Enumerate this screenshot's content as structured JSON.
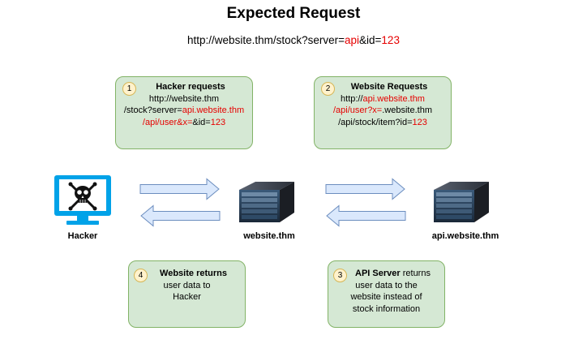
{
  "title": "Expected Request",
  "url": {
    "prefix": "http://website.thm/stock?server=",
    "highlight1": "api",
    "middle": "&id=",
    "highlight2": "123"
  },
  "box1": {
    "number": "1",
    "heading": "Hacker requests",
    "line1": "http://website.thm",
    "line2_prefix": "/stock?server=",
    "line2_red": "api.website.thm",
    "line3_red": "/api/user&x=",
    "line3_mid": "&id=",
    "line3_red2": "123"
  },
  "box2": {
    "number": "2",
    "heading": "Website Requests",
    "line1_prefix": "http://",
    "line1_red": "api.website.thm",
    "line2_red": "/api/user?x=",
    "line2_suffix": ".website.thm",
    "line3_prefix": "/api/stock/item?id=",
    "line3_red": "123"
  },
  "box3": {
    "number": "3",
    "heading": "API Server",
    "heading_suffix": " returns",
    "line1": "user data to the",
    "line2": "website instead of",
    "line3": "stock information"
  },
  "box4": {
    "number": "4",
    "heading": "Website returns",
    "line1": "user data to",
    "line2": "Hacker"
  },
  "nodes": {
    "hacker": "Hacker",
    "website": "website.thm",
    "api": "api.website.thm"
  },
  "colors": {
    "box_fill": "#d5e8d4",
    "box_border": "#82b366",
    "arrow_fill": "#dae8fc",
    "arrow_border": "#6c8ebf",
    "highlight": "#e60000",
    "monitor": "#00a2e8"
  },
  "icons": {
    "hacker": "skull-monitor-icon",
    "server": "server-icon"
  }
}
